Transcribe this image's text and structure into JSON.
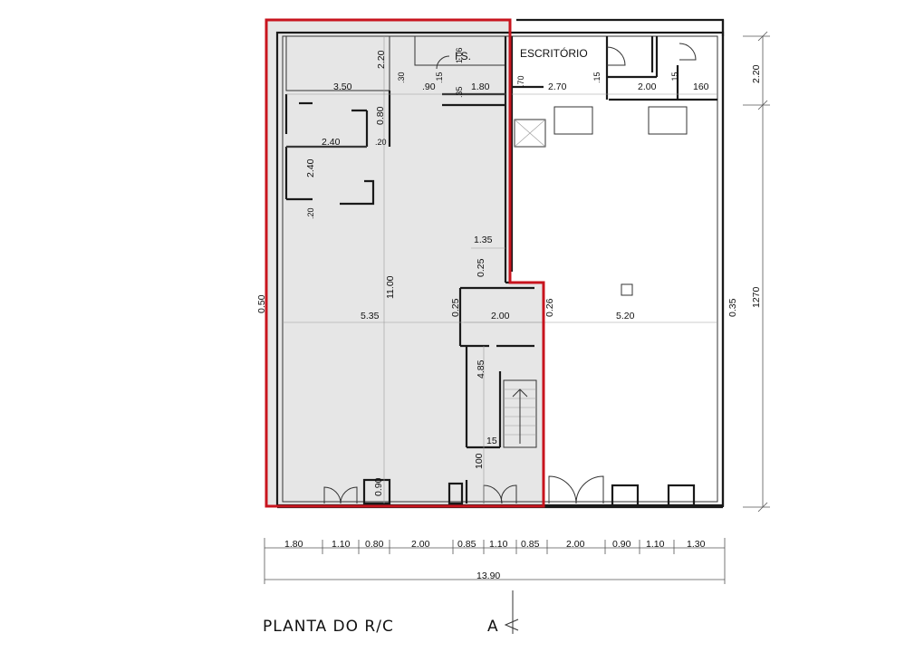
{
  "plan": {
    "title": "PLANTA DO R/C",
    "section_marker": "A",
    "rooms": {
      "is": "I.S.",
      "office": "ESCRITÓRIO"
    }
  },
  "dims": {
    "bottom": [
      "1.80",
      "1.10",
      "0.80",
      "2.00",
      "0.85",
      "1.10",
      "0.85",
      "2.00",
      "0.90",
      "1.10",
      "1.30"
    ],
    "total": "13.90",
    "right_top": "2.20",
    "right_total": "1270",
    "left_total": "0.50",
    "inner": {
      "a": "3.50",
      "b": "2.20",
      "c": ".30",
      "d": ".90",
      "e": ".15",
      "f": "1.06",
      "g": ".35",
      "h": "1.80",
      "i": ".70",
      "j": "2.70",
      "k": ".15",
      "l": "2.00",
      "m": ".15",
      "n": "160",
      "o": "0.80",
      "p": "2.40",
      "q": ".20",
      "r": "2.40",
      "s": ".20",
      "t": "1.35",
      "u": "0.25",
      "v": "11.00",
      "w": "0.25",
      "x": "5.35",
      "y": "2.00",
      "z": "0.26",
      "aa": "5.20",
      "ab": "0.35",
      "ac": "4.85",
      "ad": "15",
      "ae": "100",
      "af": "0.90"
    }
  },
  "colors": {
    "highlight": "#c8141e",
    "shade": "#e6e6e6",
    "wall": "#1a1a1a"
  }
}
